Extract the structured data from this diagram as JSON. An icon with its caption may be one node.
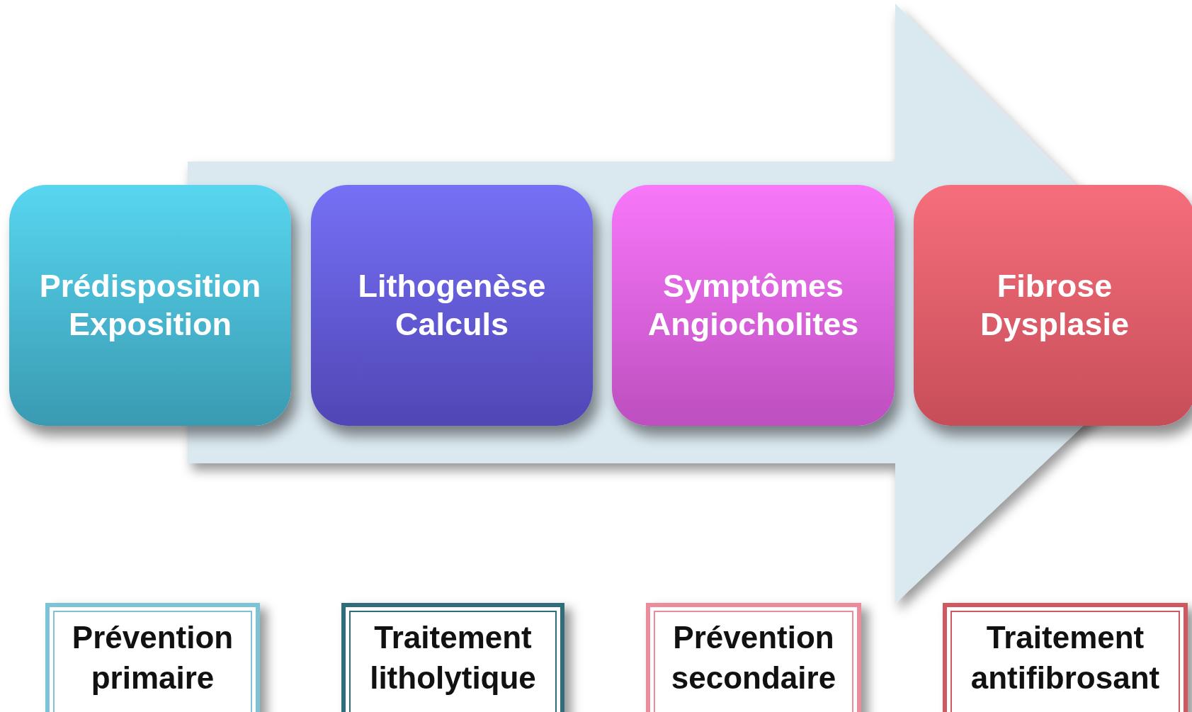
{
  "diagram": {
    "nodes": [
      {
        "text": [
          "Prédisposition",
          "Exposition"
        ]
      },
      {
        "text": [
          "Lithogenèse",
          "Calculs"
        ]
      },
      {
        "text": [
          "Symptômes",
          "Angiocholites"
        ]
      },
      {
        "text": [
          "Fibrose",
          "Dysplasie"
        ]
      },
      {
        "text": [
          "Prévention primaire"
        ]
      },
      {
        "text": [
          "Traitement litholytique"
        ]
      },
      {
        "text": [
          "Prévention secondaire"
        ]
      },
      {
        "text": [
          "Traitement antifibrosant"
        ]
      }
    ],
    "edges": [
      {
        "from": 0,
        "to": 3,
        "arrow": "to",
        "style": "thick"
      }
    ]
  }
}
